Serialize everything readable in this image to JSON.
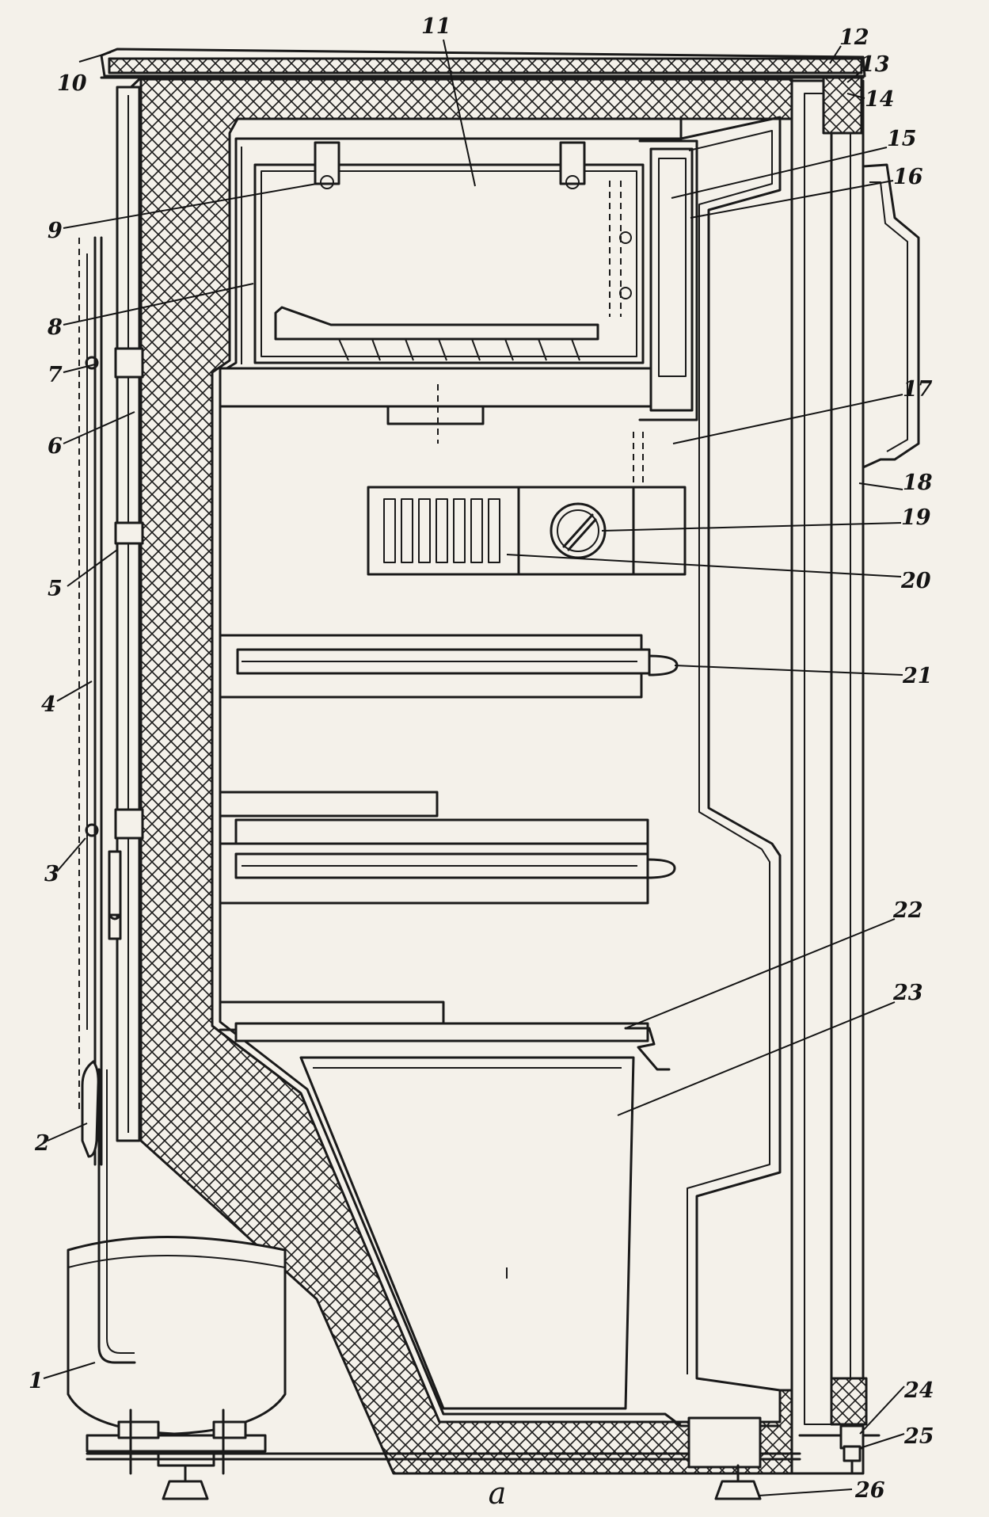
{
  "figure": {
    "caption": "а",
    "callouts": [
      {
        "id": "1",
        "label": "1"
      },
      {
        "id": "2",
        "label": "2"
      },
      {
        "id": "3",
        "label": "3"
      },
      {
        "id": "4",
        "label": "4"
      },
      {
        "id": "5",
        "label": "5"
      },
      {
        "id": "6",
        "label": "6"
      },
      {
        "id": "7",
        "label": "7"
      },
      {
        "id": "8",
        "label": "8"
      },
      {
        "id": "9",
        "label": "9"
      },
      {
        "id": "10",
        "label": "10"
      },
      {
        "id": "11",
        "label": "11"
      },
      {
        "id": "12",
        "label": "12"
      },
      {
        "id": "13",
        "label": "13"
      },
      {
        "id": "14",
        "label": "14"
      },
      {
        "id": "15",
        "label": "15"
      },
      {
        "id": "16",
        "label": "16"
      },
      {
        "id": "17",
        "label": "17"
      },
      {
        "id": "18",
        "label": "18"
      },
      {
        "id": "19",
        "label": "19"
      },
      {
        "id": "20",
        "label": "20"
      },
      {
        "id": "21",
        "label": "21"
      },
      {
        "id": "22",
        "label": "22"
      },
      {
        "id": "23",
        "label": "23"
      },
      {
        "id": "24",
        "label": "24"
      },
      {
        "id": "25",
        "label": "25"
      },
      {
        "id": "26",
        "label": "26"
      }
    ]
  }
}
